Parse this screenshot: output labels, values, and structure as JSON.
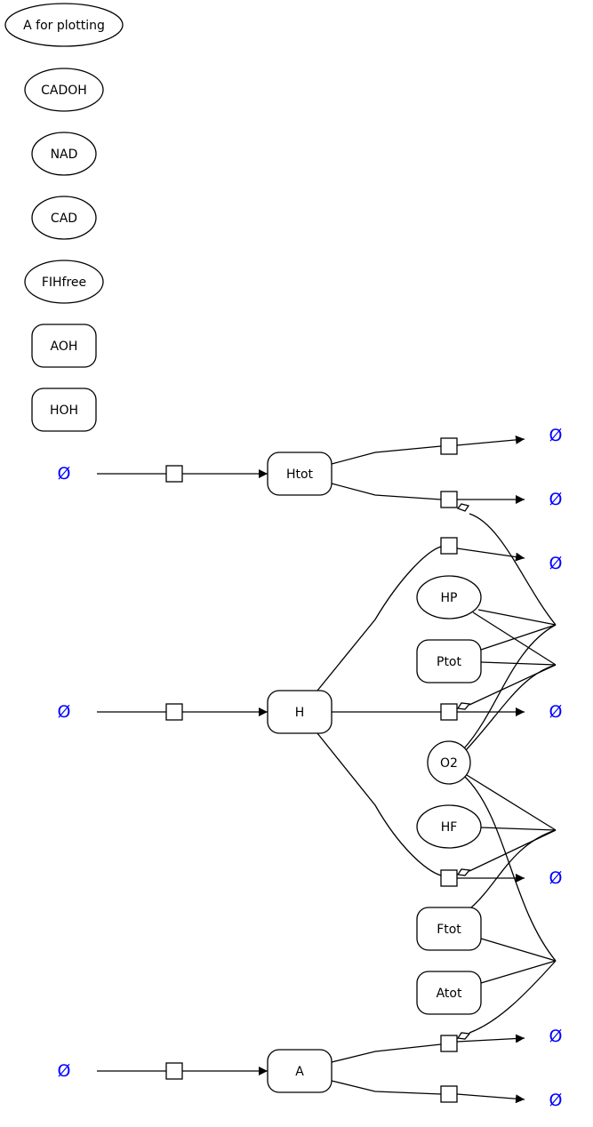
{
  "diagram": {
    "type": "reaction-network",
    "empty_set_symbol": "Ø",
    "empty_set_color": "#0000ff",
    "species": [
      {
        "id": "A_for_plotting",
        "label": "A for plotting",
        "shape": "ellipse"
      },
      {
        "id": "CADOH",
        "label": "CADOH",
        "shape": "ellipse"
      },
      {
        "id": "NAD",
        "label": "NAD",
        "shape": "ellipse"
      },
      {
        "id": "CAD",
        "label": "CAD",
        "shape": "ellipse"
      },
      {
        "id": "FIHfree",
        "label": "FIHfree",
        "shape": "ellipse"
      },
      {
        "id": "AOH",
        "label": "AOH",
        "shape": "rounded-box"
      },
      {
        "id": "HOH",
        "label": "HOH",
        "shape": "rounded-box"
      },
      {
        "id": "Htot",
        "label": "Htot",
        "shape": "rounded-box"
      },
      {
        "id": "H",
        "label": "H",
        "shape": "rounded-box"
      },
      {
        "id": "A",
        "label": "A",
        "shape": "rounded-box"
      },
      {
        "id": "HP",
        "label": "HP",
        "shape": "ellipse"
      },
      {
        "id": "Ptot",
        "label": "Ptot",
        "shape": "rounded-box"
      },
      {
        "id": "O2",
        "label": "O2",
        "shape": "circle"
      },
      {
        "id": "HF",
        "label": "HF",
        "shape": "ellipse"
      },
      {
        "id": "Ftot",
        "label": "Ftot",
        "shape": "rounded-box"
      },
      {
        "id": "Atot",
        "label": "Atot",
        "shape": "rounded-box"
      }
    ],
    "reactions": [
      {
        "id": "r_Htot_syn",
        "from": "Ø",
        "to": "Htot",
        "modifiers": []
      },
      {
        "id": "r_H_syn",
        "from": "Ø",
        "to": "H",
        "modifiers": []
      },
      {
        "id": "r_A_syn",
        "from": "Ø",
        "to": "A",
        "modifiers": []
      },
      {
        "id": "r_Htot_deg1",
        "from": "Htot",
        "to": "Ø",
        "modifiers": []
      },
      {
        "id": "r_Htot_deg2",
        "from": "Htot",
        "to": "Ø",
        "modifiers": [
          "HP",
          "Ptot",
          "O2"
        ]
      },
      {
        "id": "r_H_deg1",
        "from": "H",
        "to": "Ø",
        "modifiers": []
      },
      {
        "id": "r_H_deg2",
        "from": "H",
        "to": "Ø",
        "modifiers": [
          "HP",
          "Ptot",
          "O2"
        ]
      },
      {
        "id": "r_H_deg3",
        "from": "H",
        "to": "Ø",
        "modifiers": [
          "O2",
          "HF",
          "Ftot"
        ]
      },
      {
        "id": "r_A_deg1",
        "from": "A",
        "to": "Ø",
        "modifiers": [
          "Ftot",
          "Atot",
          "O2"
        ]
      },
      {
        "id": "r_A_deg2",
        "from": "A",
        "to": "Ø",
        "modifiers": []
      }
    ]
  }
}
